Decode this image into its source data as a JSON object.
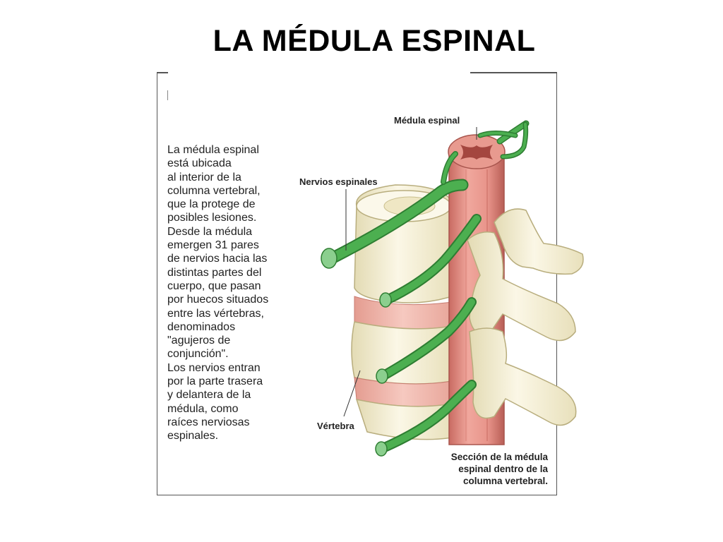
{
  "slide": {
    "title": "LA MÉDULA ESPINAL"
  },
  "figure": {
    "description": "La médula espinal\nestá ubicada\nal interior de la\ncolumna vertebral,\nque la protege de\nposibles lesiones.\nDesde la médula\nemergen 31 pares\nde nervios hacia las\ndistintas partes del\ncuerpo, que pasan\npor huecos situados\nentre las vértebras,\ndenominados\n\"agujeros de\nconjunción\".\nLos nervios entran\npor la parte trasera\ny delantera de la\nmédula, como\nraíces nerviosas\nespinales.",
    "labels": {
      "spinal_cord": "Médula espinal",
      "spinal_nerves": "Nervios espinales",
      "vertebra": "Vértebra"
    },
    "caption": "Sección de la médula\nespinal dentro de la\ncolumna vertebral."
  },
  "colors": {
    "cord": "#e8948a",
    "cord_dark": "#c96b62",
    "bone": "#f7f1d6",
    "bone_shadow": "#dcd3a6",
    "disc": "#f1b7ac",
    "nerve": "#4caf50",
    "nerve_dark": "#2e7d32"
  }
}
